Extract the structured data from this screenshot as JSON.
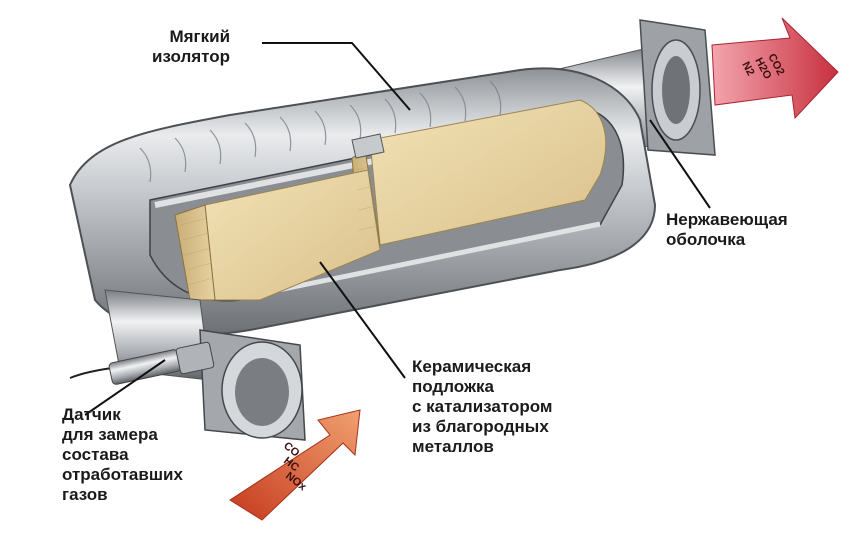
{
  "labels": {
    "insulator": [
      "Мягкий",
      "изолятор"
    ],
    "shell": [
      "Нержавеющая",
      "оболочка"
    ],
    "substrate": [
      "Керамическая",
      "подложка",
      "с катализатором",
      "из благородных",
      "металлов"
    ],
    "sensor": [
      "Датчик",
      "для замера",
      "состава",
      "отработавших",
      "газов"
    ]
  },
  "gas_arrows": {
    "inlet": [
      "CO",
      "HC",
      "NOx"
    ],
    "outlet": [
      "CO2",
      "H2O",
      "N2"
    ]
  },
  "colors": {
    "arrow_fill": "#d9485a",
    "arrow_inlet_fill": "#e0553a",
    "metal": "#b9bcc0",
    "ceramic": "#e3cf9e",
    "leader_line": "#111111"
  }
}
